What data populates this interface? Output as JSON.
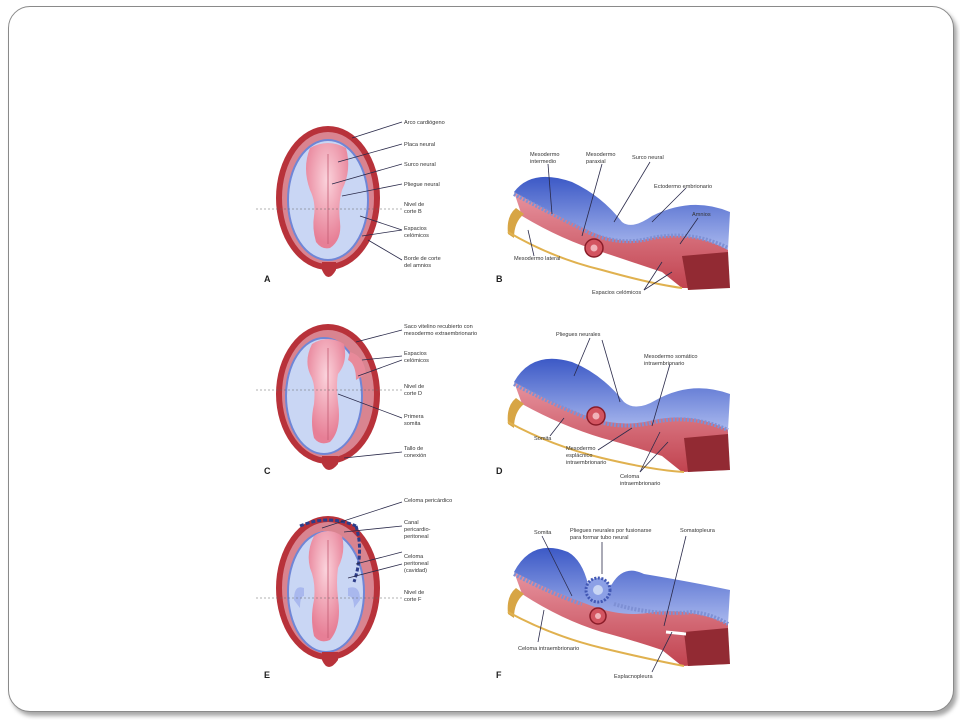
{
  "panels": {
    "A": {
      "letter": "A",
      "labels": [
        "Arco cardiógeno",
        "Placa neural",
        "Surco neural",
        "Pliegue neural",
        "Nivel de",
        "corte B",
        "Espacios",
        "celómicos",
        "Borde de corte",
        "del amnios"
      ]
    },
    "B": {
      "letter": "B",
      "labels": [
        "Mesodermo",
        "intermedio",
        "Mesodermo",
        "paraxial",
        "Surco neural",
        "Ectodermo embrionario",
        "Amnios",
        "Mesodermo lateral",
        "Espacios celómicos"
      ]
    },
    "C": {
      "letter": "C",
      "labels": [
        "Saco vitelino recubierto con",
        "mesodermo extraembrionario",
        "Espacios",
        "celómicos",
        "Nivel de",
        "corte D",
        "Primera",
        "somita",
        "Tallo de",
        "conexión"
      ]
    },
    "D": {
      "letter": "D",
      "labels": [
        "Pliegues neurales",
        "Mesodermo somático",
        "intraembrionario",
        "Somita",
        "Mesodermo",
        "esplácnico",
        "intraembrionario",
        "Celoma",
        "intraembrionario"
      ]
    },
    "E": {
      "letter": "E",
      "labels": [
        "Celoma pericárdico",
        "Canal",
        "pericardio-",
        "peritoneal",
        "Celoma",
        "peritoneal",
        "(cavidad)",
        "Nivel de",
        "corte F"
      ]
    },
    "F": {
      "letter": "F",
      "labels": [
        "Somita",
        "Pliegues neurales por fusionarse",
        "para formar tubo neural",
        "Somatopleura",
        "Celoma intraembrionario",
        "Esplacnopleura"
      ]
    }
  }
}
